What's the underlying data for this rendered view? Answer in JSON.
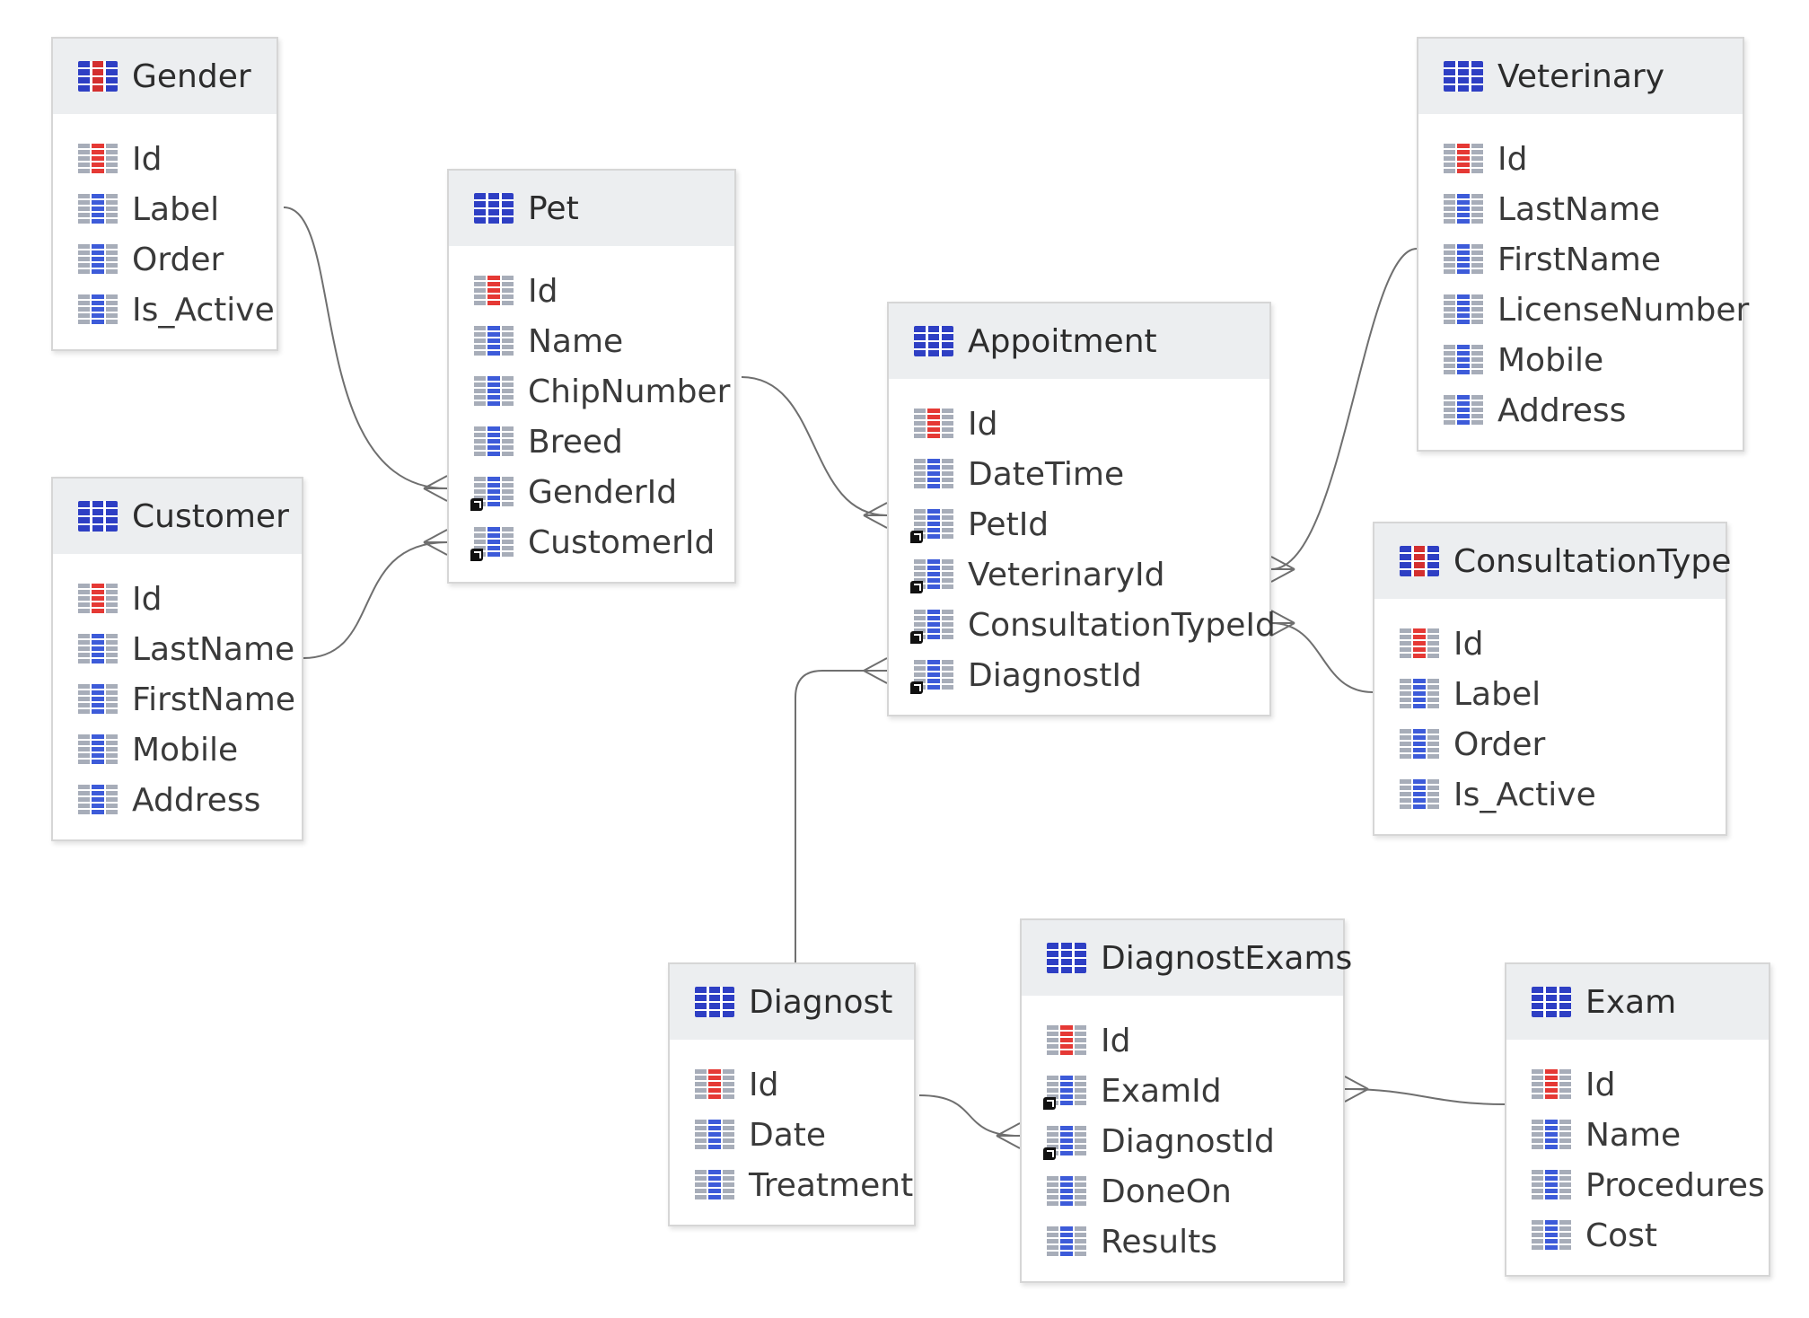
{
  "colors": {
    "entity_icon_blue": "#2e3fc4",
    "entity_icon_red": "#d32f2f",
    "key_field_red": "#e53935",
    "field_blue": "#3d5bd9",
    "header_bg": "#eceef0",
    "connector": "#6f6f6f"
  },
  "entities": [
    {
      "id": "gender",
      "name": "Gender",
      "icon": "table-icon",
      "icon_color": "blue-red",
      "fields": [
        {
          "name": "Id",
          "kind": "key"
        },
        {
          "name": "Label",
          "kind": "field"
        },
        {
          "name": "Order",
          "kind": "field"
        },
        {
          "name": "Is_Active",
          "kind": "field"
        }
      ]
    },
    {
      "id": "customer",
      "name": "Customer",
      "icon": "table-icon",
      "icon_color": "blue",
      "fields": [
        {
          "name": "Id",
          "kind": "key"
        },
        {
          "name": "LastName",
          "kind": "field"
        },
        {
          "name": "FirstName",
          "kind": "field"
        },
        {
          "name": "Mobile",
          "kind": "field"
        },
        {
          "name": "Address",
          "kind": "field"
        }
      ]
    },
    {
      "id": "pet",
      "name": "Pet",
      "icon": "table-icon",
      "icon_color": "blue",
      "fields": [
        {
          "name": "Id",
          "kind": "key"
        },
        {
          "name": "Name",
          "kind": "field"
        },
        {
          "name": "ChipNumber",
          "kind": "field"
        },
        {
          "name": "Breed",
          "kind": "field"
        },
        {
          "name": "GenderId",
          "kind": "foreign-key"
        },
        {
          "name": "CustomerId",
          "kind": "foreign-key"
        }
      ]
    },
    {
      "id": "appointment",
      "name": "Appoitment",
      "icon": "table-icon",
      "icon_color": "blue",
      "fields": [
        {
          "name": "Id",
          "kind": "key"
        },
        {
          "name": "DateTime",
          "kind": "field"
        },
        {
          "name": "PetId",
          "kind": "foreign-key"
        },
        {
          "name": "VeterinaryId",
          "kind": "foreign-key"
        },
        {
          "name": "ConsultationTypeId",
          "kind": "foreign-key"
        },
        {
          "name": "DiagnostId",
          "kind": "foreign-key"
        }
      ]
    },
    {
      "id": "veterinary",
      "name": "Veterinary",
      "icon": "table-icon",
      "icon_color": "blue",
      "fields": [
        {
          "name": "Id",
          "kind": "key"
        },
        {
          "name": "LastName",
          "kind": "field"
        },
        {
          "name": "FirstName",
          "kind": "field"
        },
        {
          "name": "LicenseNumber",
          "kind": "field"
        },
        {
          "name": "Mobile",
          "kind": "field"
        },
        {
          "name": "Address",
          "kind": "field"
        }
      ]
    },
    {
      "id": "consultationtype",
      "name": "ConsultationType",
      "icon": "table-icon",
      "icon_color": "blue-red",
      "fields": [
        {
          "name": "Id",
          "kind": "key"
        },
        {
          "name": "Label",
          "kind": "field"
        },
        {
          "name": "Order",
          "kind": "field"
        },
        {
          "name": "Is_Active",
          "kind": "field"
        }
      ]
    },
    {
      "id": "diagnost",
      "name": "Diagnost",
      "icon": "table-icon",
      "icon_color": "blue",
      "fields": [
        {
          "name": "Id",
          "kind": "key"
        },
        {
          "name": "Date",
          "kind": "field"
        },
        {
          "name": "Treatment",
          "kind": "field"
        }
      ]
    },
    {
      "id": "diagnostexams",
      "name": "DiagnostExams",
      "icon": "table-icon",
      "icon_color": "blue",
      "fields": [
        {
          "name": "Id",
          "kind": "key"
        },
        {
          "name": "ExamId",
          "kind": "foreign-key"
        },
        {
          "name": "DiagnostId",
          "kind": "foreign-key"
        },
        {
          "name": "DoneOn",
          "kind": "field"
        },
        {
          "name": "Results",
          "kind": "field"
        }
      ]
    },
    {
      "id": "exam",
      "name": "Exam",
      "icon": "table-icon",
      "icon_color": "blue",
      "fields": [
        {
          "name": "Id",
          "kind": "key"
        },
        {
          "name": "Name",
          "kind": "field"
        },
        {
          "name": "Procedures",
          "kind": "field"
        },
        {
          "name": "Cost",
          "kind": "field"
        }
      ]
    }
  ],
  "relationships": [
    {
      "from": "gender",
      "to": "pet",
      "to_field": "GenderId",
      "cardinality": "one-to-many"
    },
    {
      "from": "customer",
      "to": "pet",
      "to_field": "CustomerId",
      "cardinality": "one-to-many"
    },
    {
      "from": "pet",
      "to": "appointment",
      "to_field": "PetId",
      "cardinality": "one-to-many"
    },
    {
      "from": "veterinary",
      "to": "appointment",
      "to_field": "VeterinaryId",
      "cardinality": "one-to-many"
    },
    {
      "from": "consultationtype",
      "to": "appointment",
      "to_field": "ConsultationTypeId",
      "cardinality": "one-to-many"
    },
    {
      "from": "diagnost",
      "to": "appointment",
      "to_field": "DiagnostId",
      "cardinality": "one-to-many"
    },
    {
      "from": "diagnost",
      "to": "diagnostexams",
      "to_field": "DiagnostId",
      "cardinality": "one-to-many"
    },
    {
      "from": "exam",
      "to": "diagnostexams",
      "to_field": "ExamId",
      "cardinality": "one-to-many"
    }
  ]
}
